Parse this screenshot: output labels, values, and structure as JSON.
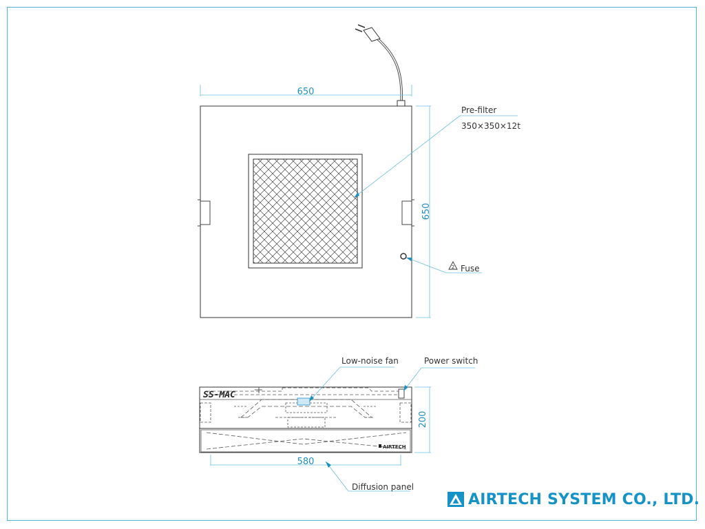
{
  "drawing": {
    "top_view": {
      "dim_width": "650",
      "dim_height": "650",
      "labels": {
        "prefilter_title": "Pre-filter",
        "prefilter_spec": "350×350×12t",
        "fuse_marker": "2",
        "fuse": "Fuse"
      }
    },
    "front_view": {
      "model": "SS-MAC",
      "brand_plate": "AIRTECH",
      "dim_height": "200",
      "dim_width": "580",
      "labels": {
        "fan": "Low-noise fan",
        "switch": "Power switch",
        "diffusion": "Diffusion panel"
      }
    }
  },
  "company": {
    "name": "AIRTECH SYSTEM CO., LTD."
  },
  "colors": {
    "accent": "#1592c8",
    "frame": "#4fb3d9",
    "line": "#333333"
  },
  "icons": [
    "power-plug-icon",
    "warning-triangle-icon",
    "company-logo-icon"
  ]
}
